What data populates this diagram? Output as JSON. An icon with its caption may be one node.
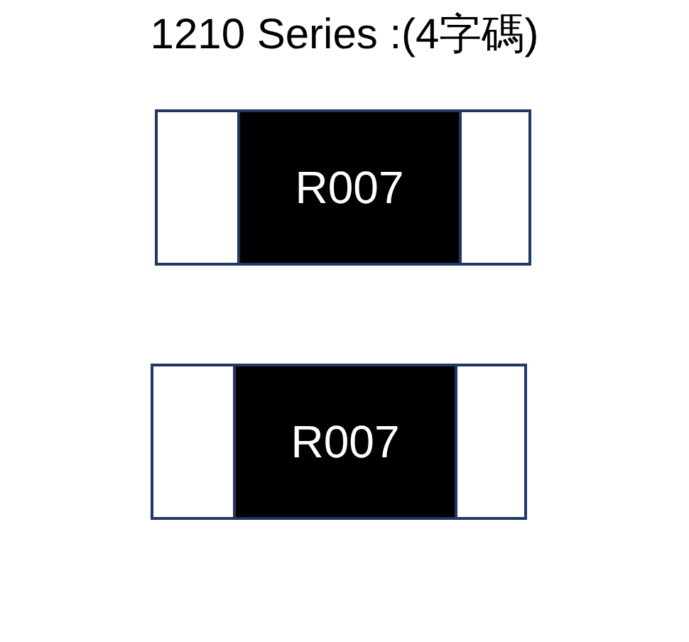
{
  "diagram": {
    "title": "1210 Series :(4字碼)",
    "nodes": [
      {
        "text": [
          "R007"
        ]
      },
      {
        "text": [
          "R007"
        ]
      }
    ]
  }
}
